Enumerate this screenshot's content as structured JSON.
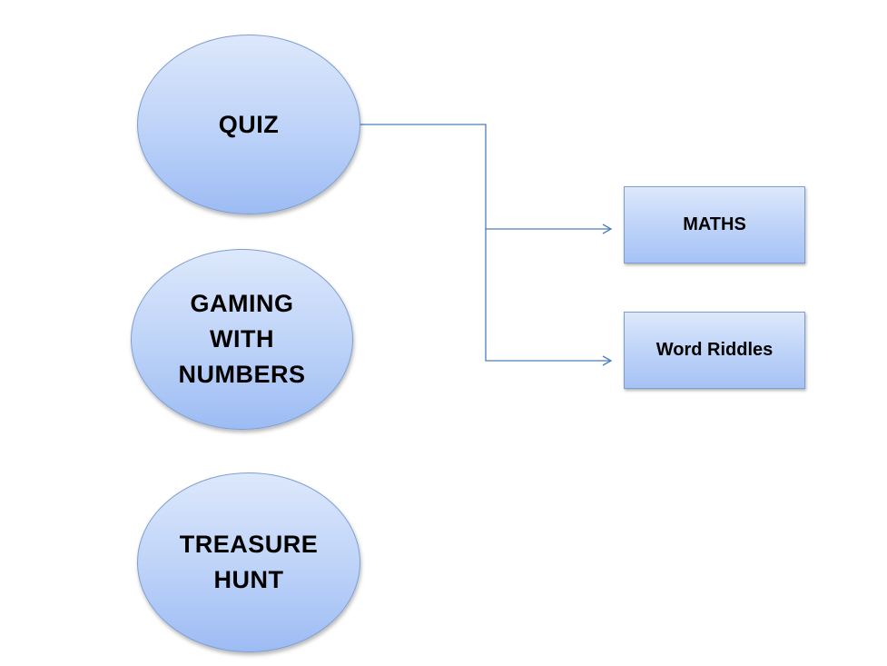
{
  "nodes": {
    "quiz": {
      "label": "QUIZ"
    },
    "gaming": {
      "label": "GAMING\nWITH\nNUMBERS"
    },
    "treasure": {
      "label": "TREASURE\nHUNT"
    },
    "maths": {
      "label": "MATHS"
    },
    "riddles": {
      "label": "Word Riddles"
    }
  },
  "edges": [
    {
      "from": "QUIZ",
      "to": "MATHS"
    },
    {
      "from": "QUIZ",
      "to": "Word Riddles"
    }
  ],
  "colors": {
    "connector": "#4a7ebb",
    "shape_border": "#7f9fd1",
    "shape_fill_top": "#dde8fb",
    "shape_fill_bottom": "#9dbcf4"
  }
}
